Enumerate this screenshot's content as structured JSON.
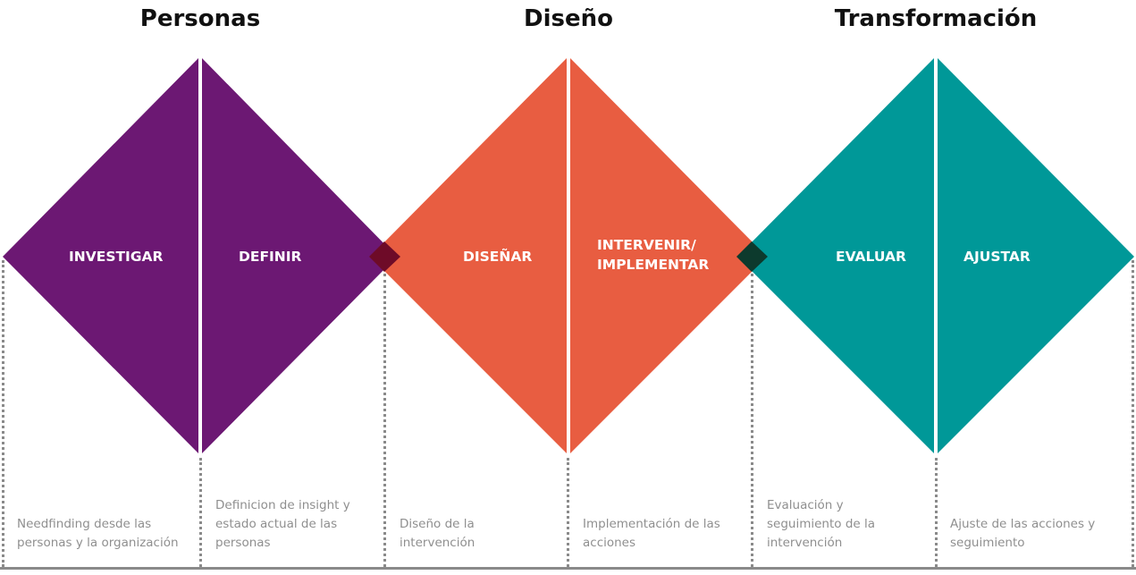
{
  "phases": [
    {
      "title": "Personas",
      "color": "#6c1873"
    },
    {
      "title": "Diseño",
      "color": "#e85d41"
    },
    {
      "title": "Transformación",
      "color": "#009898"
    }
  ],
  "junction_colors": [
    "#6e0b28",
    "#0d3a2d"
  ],
  "stages": [
    {
      "label": "INVESTIGAR",
      "description": "Needfinding desde las personas y la organización"
    },
    {
      "label": "DEFINIR",
      "description": "Definicion de insight y estado actual de las personas"
    },
    {
      "label": "DISEÑAR",
      "description": "Diseño de la intervención"
    },
    {
      "label_line1": "INTERVENIR/",
      "label_line2": "IMPLEMENTAR",
      "description": "Implementación de las acciones"
    },
    {
      "label": "EVALUAR",
      "description": "Evaluación y seguimiento de la intervención"
    },
    {
      "label": "AJUSTAR",
      "description": "Ajuste de las acciones y seguimiento"
    }
  ]
}
